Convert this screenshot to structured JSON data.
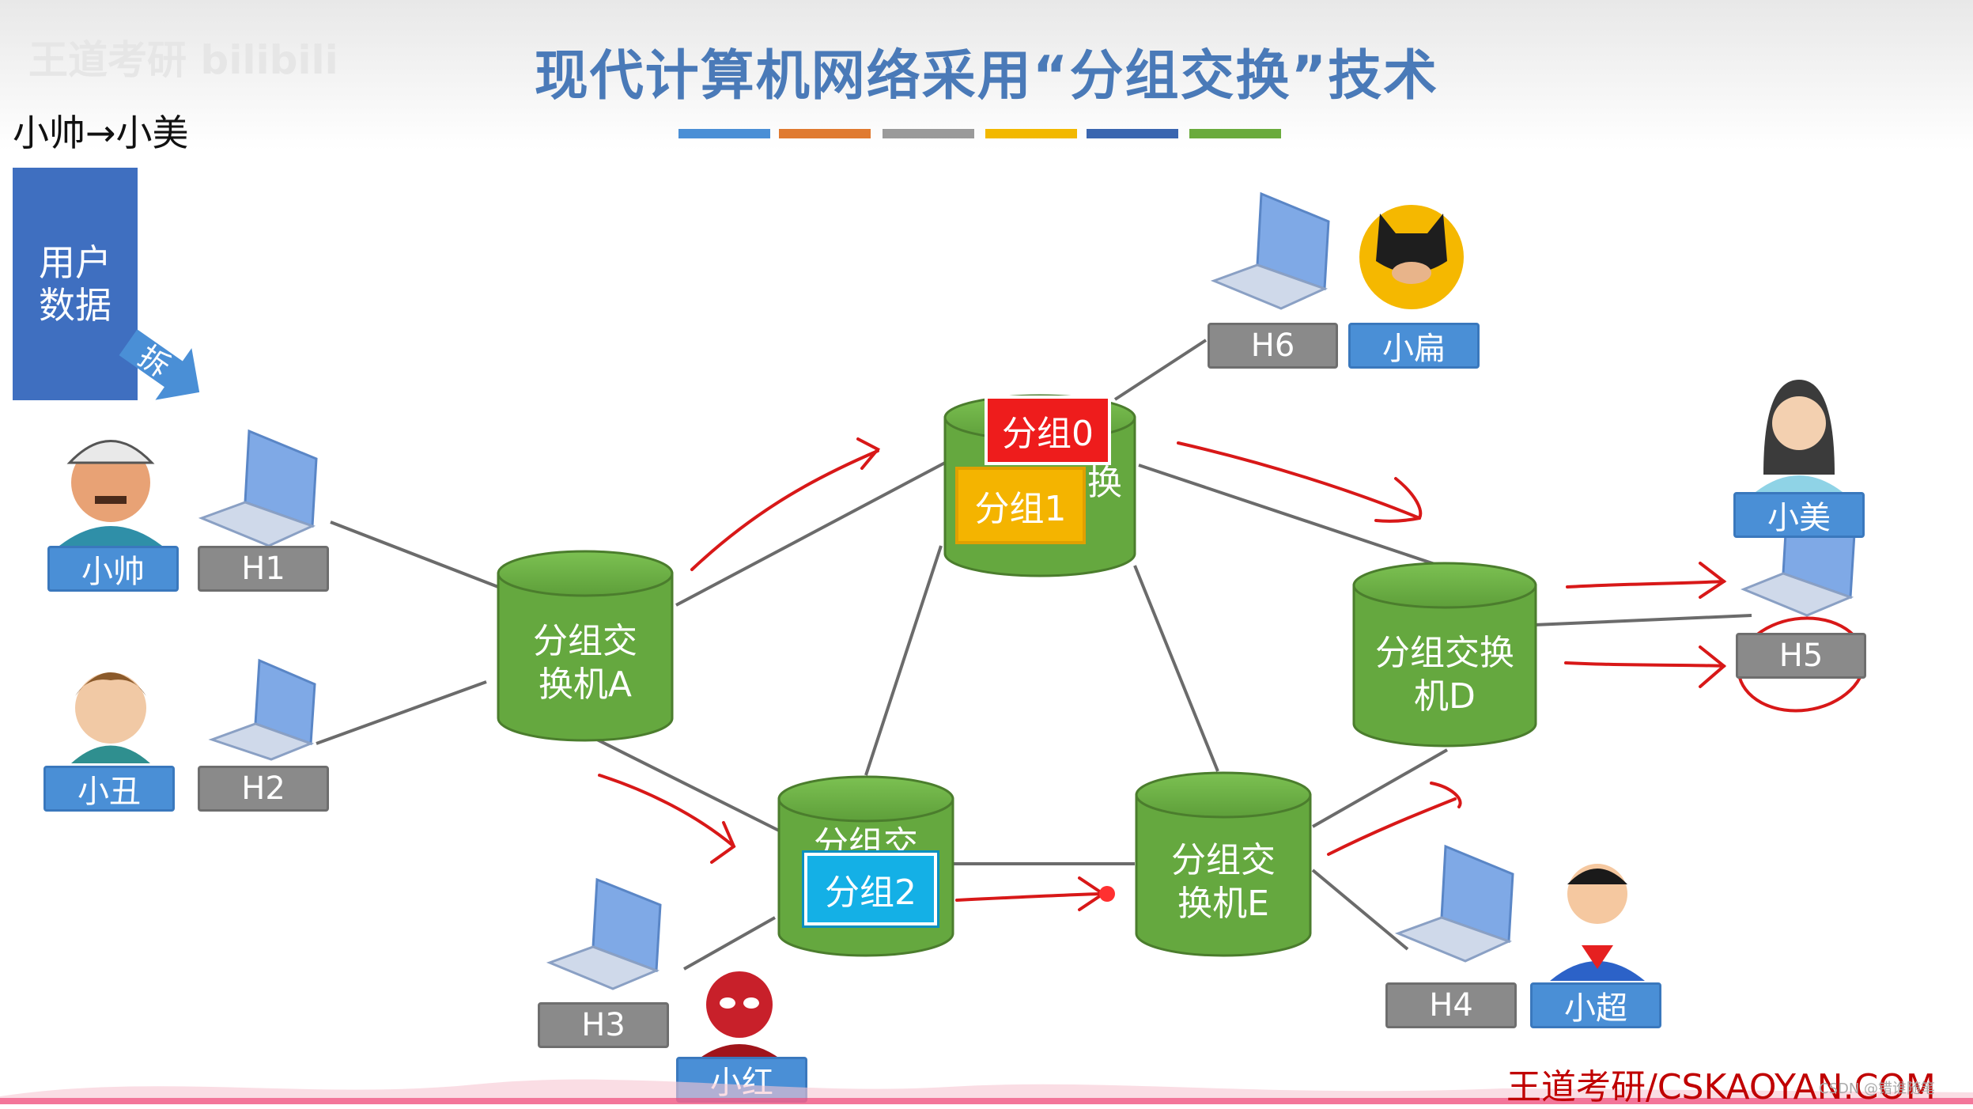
{
  "title": "现代计算机网络采用“分组交换”技术",
  "route_label": "小帅→小美",
  "user_data_block": {
    "line1": "用户",
    "line2": "数据"
  },
  "split_arrow_label": "拆",
  "watermark": "王道考研 bilibili",
  "color_bar": [
    "#4a8fd6",
    "#e07a30",
    "#9a9a9a",
    "#f2b800",
    "#3a66b0",
    "#6aab3c"
  ],
  "switches": {
    "A": {
      "line1": "分组交",
      "line2": "换机A"
    },
    "B": {
      "partial": "换"
    },
    "C": {
      "partial": "分组交"
    },
    "D": {
      "line1": "分组交换",
      "line2": "机D"
    },
    "E": {
      "line1": "分组交",
      "line2": "换机E"
    }
  },
  "packets": [
    {
      "label": "分组0",
      "color": "#ee1c1c"
    },
    {
      "label": "分组1",
      "color": "#f4b400"
    },
    {
      "label": "分组2",
      "color": "#14b0e6"
    }
  ],
  "hosts": {
    "h1": "H1",
    "h2": "H2",
    "h3": "H3",
    "h4": "H4",
    "h5": "H5",
    "h6": "H6"
  },
  "users": {
    "xiaoshuai": "小帅",
    "xiaochou": "小丑",
    "xiaohong": "小红",
    "xiaochao": "小超",
    "xiaobian": "小扁",
    "xiaomei": "小美"
  },
  "footer": "王道考研/CSKAOYAN.COM",
  "credit": "CSDN @错谁随笔"
}
